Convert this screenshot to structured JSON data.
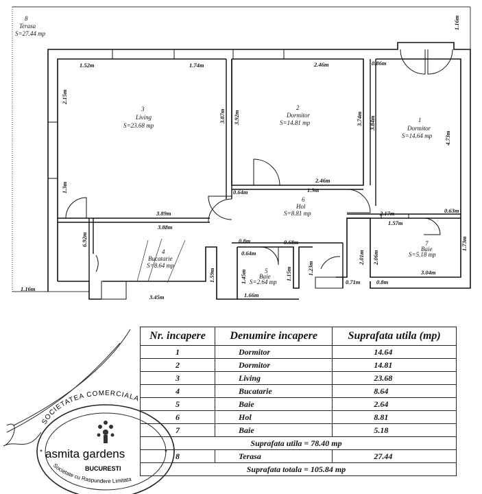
{
  "terrace_label": {
    "num": "8",
    "name": "Terasa",
    "area": "S=27.44 mp"
  },
  "rooms": [
    {
      "num": "3",
      "name": "Living",
      "area": "S=23.68 mp"
    },
    {
      "num": "2",
      "name": "Dormitor",
      "area": "S=14.81 mp"
    },
    {
      "num": "1",
      "name": "Dormitor",
      "area": "S=14.64 mp"
    },
    {
      "num": "6",
      "name": "Hol",
      "area": "S=8.81 mp"
    },
    {
      "num": "4",
      "name": "Bucatarie",
      "area": "S=8.64 mp"
    },
    {
      "num": "5",
      "name": "Baie",
      "area": "S=2.64 mp"
    },
    {
      "num": "7",
      "name": "Baie",
      "area": "S=5.18 mp"
    }
  ],
  "dims": [
    "1.16m",
    "1.52m",
    "1.74m",
    "2.46m",
    "0.86m",
    "2.15m",
    "3.87m",
    "3.92m",
    "3.74m",
    "3.84m",
    "4.73m",
    "2.46m",
    "1.9m",
    "1.3m",
    "0.64m",
    "3.89m",
    "3.88m",
    "2.17m",
    "0.63m",
    "1.57m",
    "6.92m",
    "0.8m",
    "0.68m",
    "0.64m",
    "2.01m",
    "2.06m",
    "1.73m",
    "1.45m",
    "1.15m",
    "1.23m",
    "1.59m",
    "3.04m",
    "0.71m",
    "0.8m",
    "1.66m",
    "3.45m",
    "1.16m"
  ],
  "table": {
    "headers": [
      "Nr. incapere",
      "Denumire incapere",
      "Suprafata utila (mp)"
    ],
    "rows": [
      {
        "nr": "1",
        "name": "Dormitor",
        "area": "14.64"
      },
      {
        "nr": "2",
        "name": "Dormitor",
        "area": "14.81"
      },
      {
        "nr": "3",
        "name": "Living",
        "area": "23.68"
      },
      {
        "nr": "4",
        "name": "Bucatarie",
        "area": "8.64"
      },
      {
        "nr": "5",
        "name": "Baie",
        "area": "2.64"
      },
      {
        "nr": "6",
        "name": "Hol",
        "area": "8.81"
      },
      {
        "nr": "7",
        "name": "Baie",
        "area": "5.18"
      }
    ],
    "useful_total": "Suprafata utila = 78.40 mp",
    "terrace_row": {
      "nr": "8",
      "name": "Terasa",
      "area": "27.44"
    },
    "grand_total": "Suprafata totala = 105.84 mp"
  },
  "stamp": {
    "top": "SOCIETATEA COMERCIALA",
    "brand": "asmita gardens",
    "city": "BUCURESTI",
    "bottom": "Societate cu Raspundere Limitata"
  }
}
